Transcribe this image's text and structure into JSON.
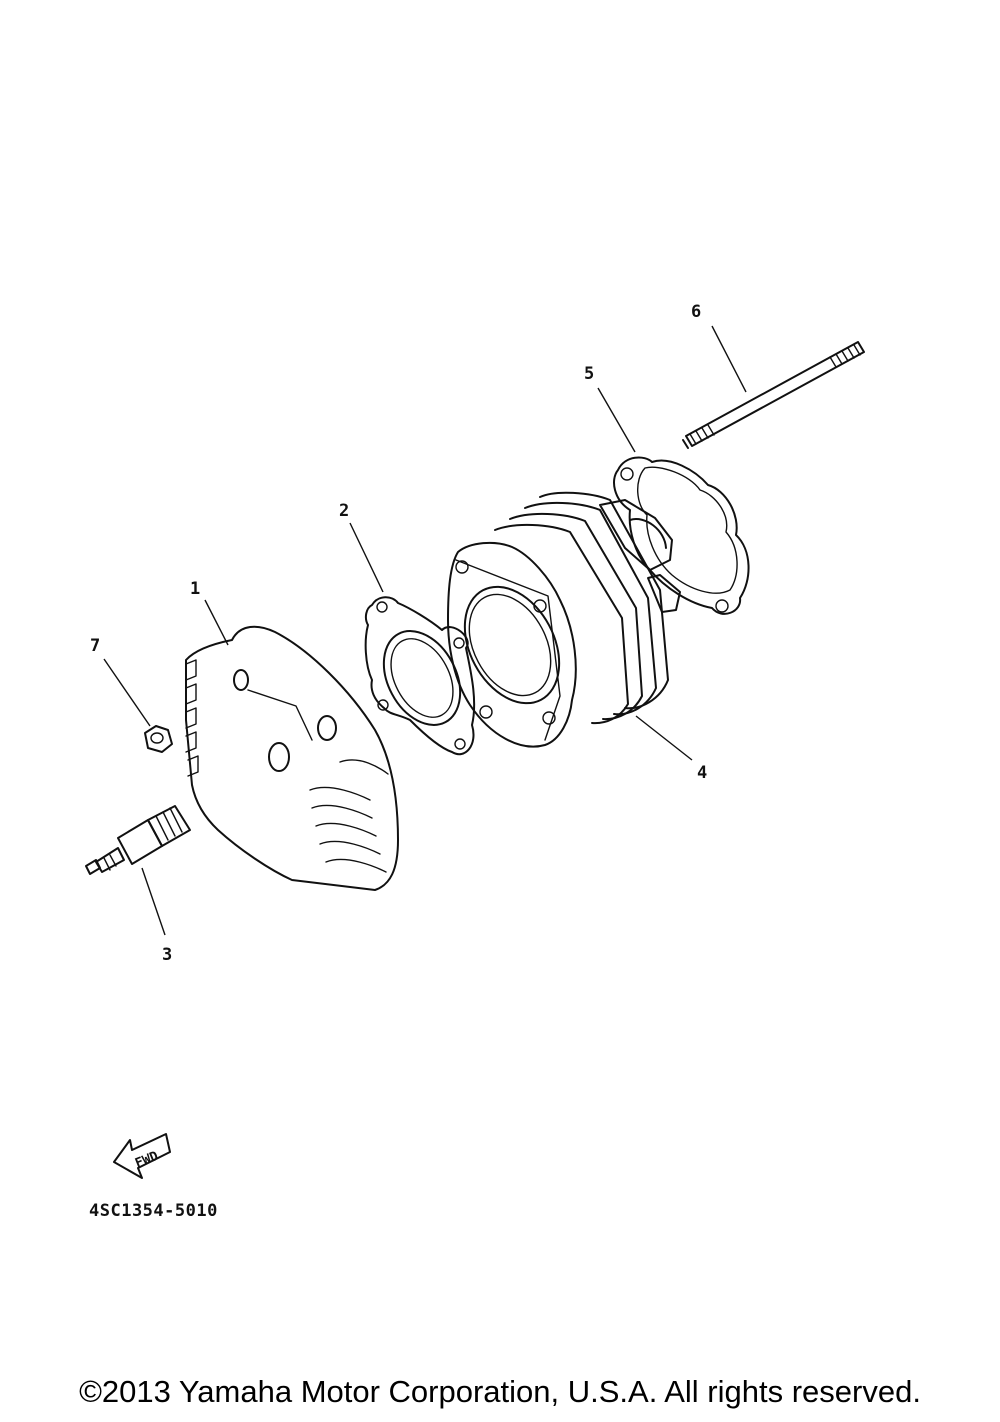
{
  "callouts": {
    "c1": "1",
    "c2": "2",
    "c3": "3",
    "c4": "4",
    "c5": "5",
    "c6": "6",
    "c7": "7"
  },
  "fwd_label": "FWD",
  "part_code": "4SC1354-5010",
  "copyright": "©2013 Yamaha Motor Corporation, U.S.A. All rights reserved.",
  "colors": {
    "ink": "#111111",
    "background": "#ffffff"
  }
}
